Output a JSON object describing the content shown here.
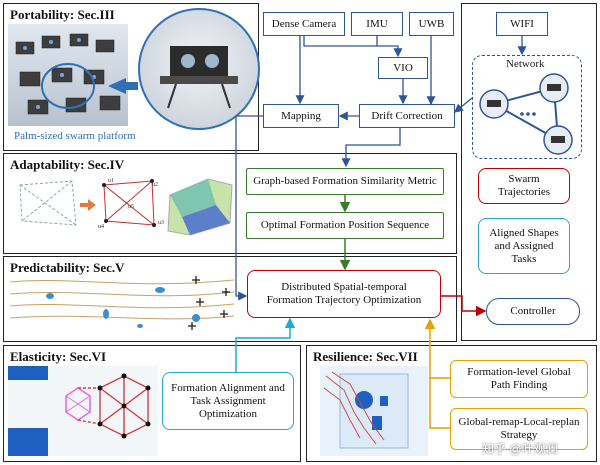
{
  "panels": {
    "portability": "Portability: Sec.III",
    "adaptability": "Adaptability: Sec.IV",
    "predictability": "Predictability: Sec.V",
    "elasticity": "Elasticity: Sec.VI",
    "resilience": "Resilience: Sec.VII"
  },
  "caption": "Palm-sized swarm platform",
  "nodes": {
    "dense_camera": "Dense Camera",
    "imu": "IMU",
    "uwb": "UWB",
    "wifi": "WIFI",
    "vio": "VIO",
    "mapping": "Mapping",
    "drift_correction": "Drift Correction",
    "network": "Network",
    "swarm_trajectories": "Swarm Trajectories",
    "aligned_shapes": "Aligned Shapes and Assigned Tasks",
    "graph_metric": "Graph-based Formation Similarity Metric",
    "optimal_sequence": "Optimal Formation Position Sequence",
    "distributed_opt": "Distributed Spatial-temporal Formation Trajectory Optimization",
    "controller": "Controller",
    "alignment_opt": "Formation Alignment and Task Assignment Optimization",
    "global_path": "Formation-level Global Path Finding",
    "remap_replan": "Global-remap-Local-replan Strategy"
  },
  "graph_labels": [
    "u1",
    "u2",
    "u3",
    "u4",
    "u5"
  ],
  "watermark": "知乎 @叶观澜",
  "colors": {
    "blue": "#2f5597",
    "green": "#3a7a2a",
    "red": "#c00000",
    "orange": "#e6a100",
    "cyan": "#22a7d6"
  }
}
